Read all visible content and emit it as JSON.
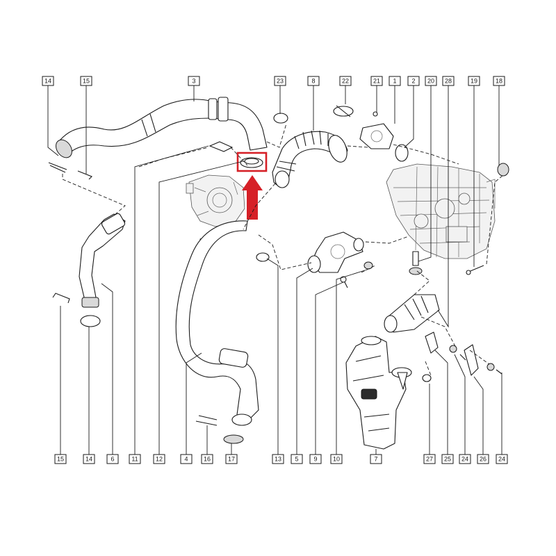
{
  "diagram": {
    "callouts": {
      "c14_top": "14",
      "c15_top": "15",
      "c3": "3",
      "c23": "23",
      "c8": "8",
      "c22": "22",
      "c21": "21",
      "c1": "1",
      "c2": "2",
      "c20": "20",
      "c28": "28",
      "c19": "19",
      "c18": "18",
      "c15_bot": "15",
      "c14_bot": "14",
      "c6": "6",
      "c11": "11",
      "c12": "12",
      "c4": "4",
      "c16": "16",
      "c17": "17",
      "c13": "13",
      "c5": "5",
      "c9": "9",
      "c10": "10",
      "c7": "7",
      "c27": "27",
      "c25": "25",
      "c24_a": "24",
      "c26": "26",
      "c24_b": "24"
    },
    "highlight": {
      "color": "#d62027",
      "arrow_color": "#d62027"
    },
    "colors": {
      "line": "#1a1a1a",
      "background": "#ffffff"
    }
  }
}
